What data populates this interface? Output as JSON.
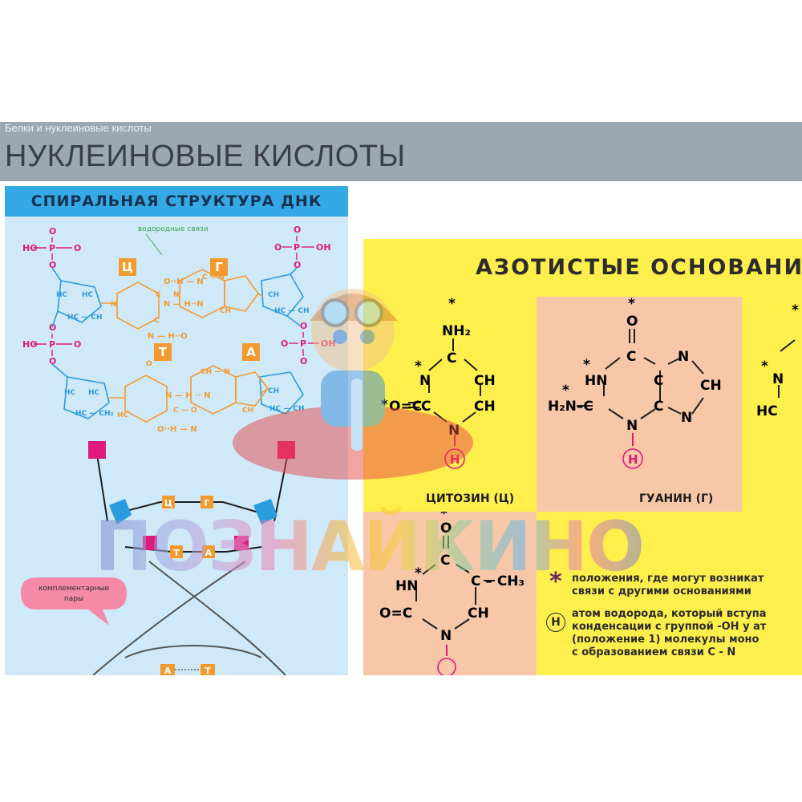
{
  "header": {
    "breadcrumb": "Белки и нуклеиновые кислоты",
    "title": "НУКЛЕИНОВЫЕ КИСЛОТЫ"
  },
  "left_panel": {
    "heading": "СПИРАЛЬНАЯ СТРУКТУРА ДНК",
    "hbond_label": "водородные связи",
    "pairs_label_line1": "комплементарные",
    "pairs_label_line2": "пары",
    "base_letters": {
      "c": "Ц",
      "g": "Г",
      "t": "Т",
      "a": "А"
    },
    "phosphate": {
      "o": "O",
      "ho": "HO",
      "p": "P",
      "oh": "OH"
    }
  },
  "right_panel": {
    "heading": "АЗОТИСТЫЕ ОСНОВАНИЯ",
    "cytosine_caption": "ЦИТОЗИН (Ц)",
    "guanine_caption": "ГУАНИН (Г)",
    "star": "*",
    "h_circle": "H",
    "legend_star_line1": "положения, где могут возникат",
    "legend_star_line2": "связи с другими основаниями",
    "legend_h_line1": "атом водорода, который вступа",
    "legend_h_line2": "конденсации с группой -OH у ат",
    "legend_h_line3": "(положение 1) молекулы моно",
    "legend_h_line4": "с образованием связи C - N"
  },
  "watermark": {
    "text": "ПОЗНАЙКИНО"
  },
  "colors": {
    "header_bar": "#9ca7b0",
    "left_bg": "#cfe9f8",
    "left_header": "#35a9e6",
    "right_yellow": "#ffef4c",
    "right_salmon": "#f7c7a8",
    "orange": "#f39a2e",
    "magenta": "#e0197a",
    "blue_struct": "#2b9be0"
  }
}
